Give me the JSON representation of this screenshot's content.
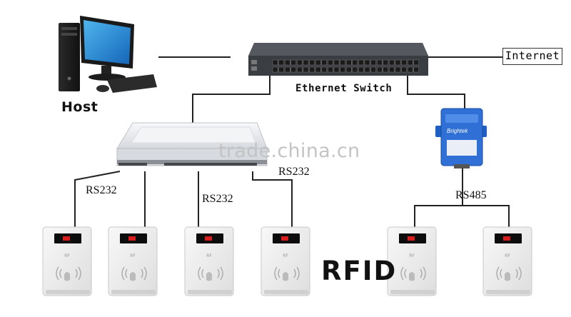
{
  "labels": {
    "host": "Host",
    "switch": "Ethernet Switch",
    "internet": "Internet",
    "rs232_a": "RS232",
    "rs232_b": "RS232",
    "rs232_c": "RS232",
    "rs485": "RS485",
    "rfid": "RFID",
    "watermark": "trade.china.cn",
    "converter_brand": "Brightek"
  },
  "colors": {
    "line": "#222222",
    "switch_body": "#3a3d42",
    "server_body": "#eceef1",
    "converter_blue": "#2f6fd6",
    "reader_body": "#eeeeee",
    "reader_indicator": "#d81b1b"
  },
  "icons": {
    "host": "desktop-computer-icon",
    "switch": "network-switch-icon",
    "server": "serial-server-icon",
    "converter": "rs485-converter-icon",
    "reader": "rfid-reader-icon"
  }
}
